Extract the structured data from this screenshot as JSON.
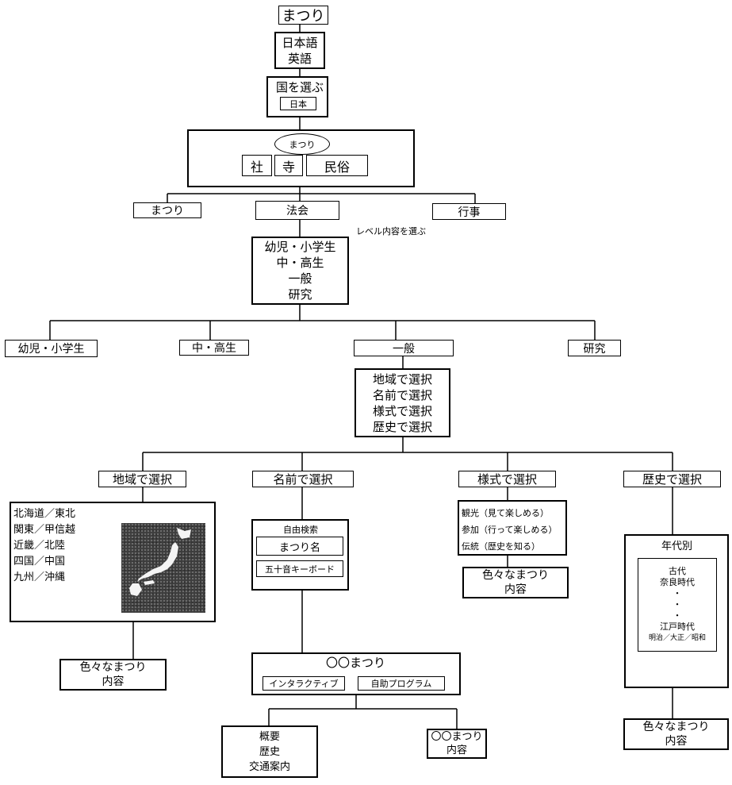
{
  "lvl1": {
    "label": "まつり"
  },
  "lang": {
    "items": [
      "日本語",
      "英語"
    ]
  },
  "country": {
    "label": "国を選ぶ",
    "value": "日本"
  },
  "type_select": {
    "oval": "まつり",
    "options": [
      "社",
      "寺",
      "民俗"
    ]
  },
  "categories": {
    "items": [
      "まつり",
      "法会",
      "行事"
    ],
    "note": "レベル内容を選ぶ"
  },
  "level_select": {
    "items": [
      "幼児・小学生",
      "中・高生",
      "一般",
      "研究"
    ]
  },
  "levels": {
    "items": [
      "幼児・小学生",
      "中・高生",
      "一般",
      "研究"
    ]
  },
  "search_select": {
    "items": [
      "地域で選択",
      "名前で選択",
      "様式で選択",
      "歴史で選択"
    ]
  },
  "branches": {
    "region": {
      "header": "地域で選択",
      "list": [
        "北海道／東北",
        "関東／甲信越",
        "近畿／北陸",
        "四国／中国",
        "九州／沖縄"
      ],
      "map_icon": "japan-map",
      "result": [
        "色々なまつり",
        "内容"
      ]
    },
    "name": {
      "header": "名前で選択",
      "free_search": "自由検索",
      "name_field": "まつり名",
      "keyboard": "五十音キーボード",
      "festival": {
        "title": "〇〇まつり",
        "buttons": [
          "インタラクティブ",
          "自助プログラム"
        ]
      },
      "info": [
        "概要",
        "歴史",
        "交通案内"
      ],
      "content": [
        "〇〇まつり",
        "内容"
      ]
    },
    "style": {
      "header": "様式で選択",
      "list": [
        "観光（見て楽しめる）",
        "参加（行って楽しめる）",
        "伝統（歴史を知る）"
      ],
      "result": [
        "色々なまつり",
        "内容"
      ]
    },
    "history": {
      "header": "歴史で選択",
      "title": "年代別",
      "list": [
        "古代",
        "奈良時代",
        "・",
        "・",
        "・",
        "江戸時代",
        "明治／大正／昭和"
      ],
      "result": [
        "色々なまつり",
        "内容"
      ]
    }
  }
}
